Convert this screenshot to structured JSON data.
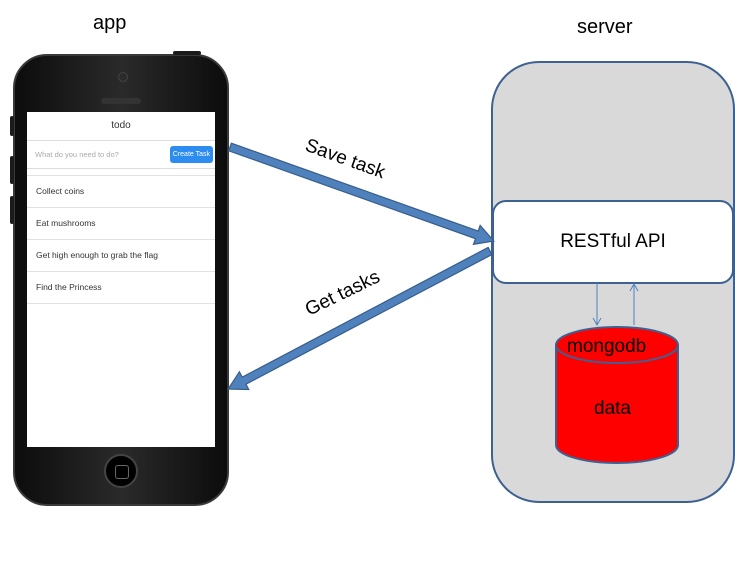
{
  "headings": {
    "app": "app",
    "server": "server"
  },
  "todo_app": {
    "title": "todo",
    "input_placeholder": "What do you need to do?",
    "create_button": "Create Task",
    "tasks": [
      "Collect coins",
      "Eat mushrooms",
      "Get high enough to grab the flag",
      "Find the Princess"
    ]
  },
  "api_box": {
    "label": "RESTful API"
  },
  "database": {
    "name": "mongodb",
    "content": "data"
  },
  "arrows": {
    "save": "Save task",
    "get": "Get tasks"
  },
  "colors": {
    "arrow_fill": "#4f81bd",
    "arrow_stroke": "#385d8a",
    "server_fill": "#d9d9d9",
    "server_border": "#3d6191",
    "database_fill": "#ff0000",
    "create_button": "#2d8cf0"
  }
}
